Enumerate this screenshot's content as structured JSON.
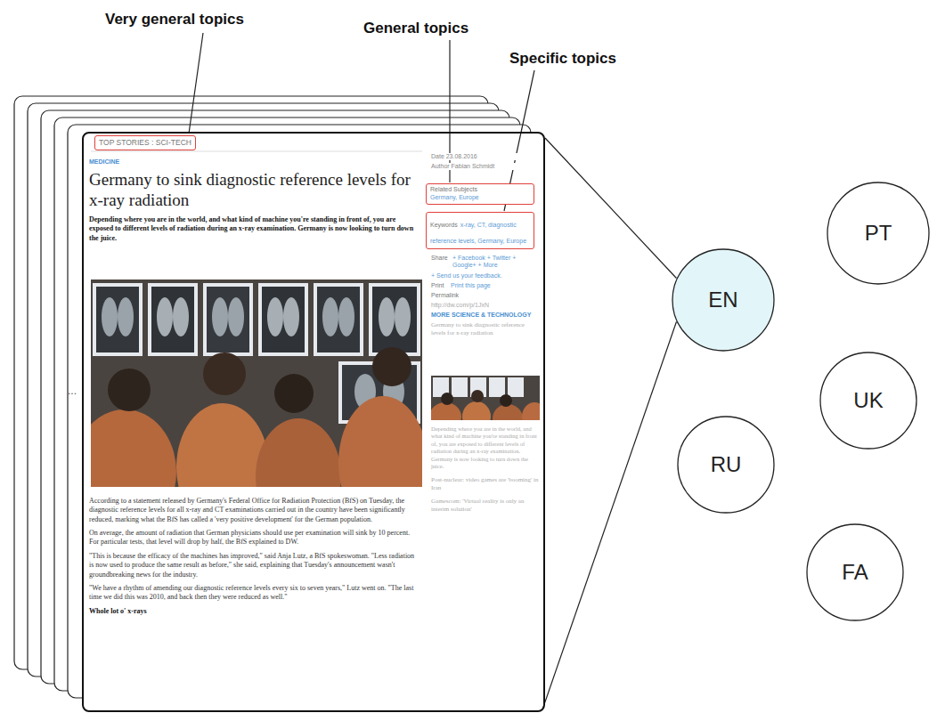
{
  "diagram": {
    "nodes": [
      {
        "text": [
          "MEDICINE",
          "Germany to sink diagnostic reference levels for x-ray radiation",
          "Depending where you are in the world, and what kind of machine you're standing in front of, you are exposed to different levels of radiation during an x-ray examination. Germany is now looking to turn down the juice.",
          "According to a statement released by Germany's Federal Office for Radiation Protection (BfS) on Tuesday, the diagnostic reference levels for all x-ray and CT examinations carried out in the country have been significantly reduced, marking what the BfS has called a 'very positive development' for the German population.",
          "On average, the amount of radiation that German physicians should use per examination will sink by 10 percent. For particular tests, that level will drop by half, the BfS explained to DW.",
          "\"This is because the efficacy of the machines has improved,\" said Anja Lutz, a BfS spokeswoman. \"Less radiation is now used to produce the same result as before,\" she said, explaining that Tuesday's announcement wasn't groundbreaking news for the industry.",
          "\"We have a rhythm of amending our diagnostic reference levels every six to seven years,\" Lutz went on. \"The last time we did this was 2010, and back then they were reduced as well.\"",
          "Whole lot o' x-rays",
          "Date 23.08.2016",
          "Author Fabian Schmidt",
          "Share",
          "+ Facebook + Twitter + Google+ + More",
          "+ Send us your feedback.",
          "Print",
          "Print this page",
          "Permalink",
          "http://dw.com/p/1JxN",
          "MORE SCIENCE & TECHNOLOGY",
          "Germany to sink diagnostic reference levels for x-ray radiation",
          "Depending where you are in the world, and what kind of machine you're standing in front of, you are exposed to different levels of radiation during an x-ray examination. Germany is now looking to turn down the juice.",
          "Post-nuclear: video games are 'booming' in Iran",
          "Gamescom: 'Virtual reality is only an interim solution'"
        ]
      },
      {
        "text": [
          "TOP STORIES : SCI-TECH"
        ],
        "in": 0
      },
      {
        "text": [
          "Related Subjects",
          "Germany, Europe"
        ],
        "in": 0
      },
      {
        "text": [
          "Keywords",
          "x-ray, CT, diagnostic reference levels, Germany, Europe"
        ],
        "in": 0
      },
      {
        "text": [
          "EN"
        ]
      },
      {
        "text": [
          "PT"
        ]
      },
      {
        "text": [
          "UK"
        ]
      },
      {
        "text": [
          "RU"
        ]
      },
      {
        "text": [
          "FA"
        ]
      }
    ],
    "edges": [
      {
        "from": 0,
        "to": 4,
        "arrow": "none"
      },
      {
        "from": 0,
        "to": 4,
        "arrow": "none"
      }
    ],
    "labels": [
      "Very general topics",
      "General topics",
      "Specific topics",
      "..."
    ]
  }
}
